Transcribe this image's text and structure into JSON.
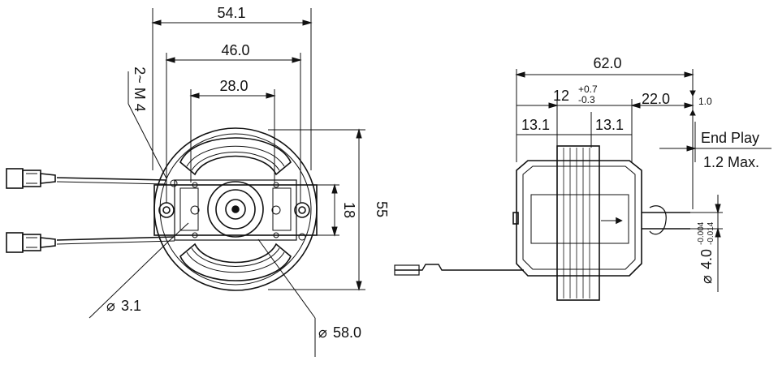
{
  "diagram": {
    "front_view": {
      "dim_overall_width": "54.1",
      "dim_mount_width": "46.0",
      "dim_inner_width": "28.0",
      "dim_height": "55",
      "dim_center_height": "18",
      "label_holes": "2~ M 4",
      "label_hole_dia": "3.1",
      "label_outer_dia": "58.0"
    },
    "side_view": {
      "dim_total_length": "62.0",
      "dim_core_stack": "12",
      "tolerance_plus": "+0.7",
      "tolerance_minus": "-0.3",
      "dim_shaft_ext": "22.0",
      "dim_left_13": "13.1",
      "dim_right_13": "13.1",
      "dim_small": "1.0",
      "label_end_play": "End Play",
      "label_end_play_value": "1.2 Max.",
      "label_shaft_dia": "4.0",
      "shaft_tol_upper": "-0.004",
      "shaft_tol_lower": "-0.014"
    },
    "symbols": {
      "phi": "⌀"
    }
  }
}
